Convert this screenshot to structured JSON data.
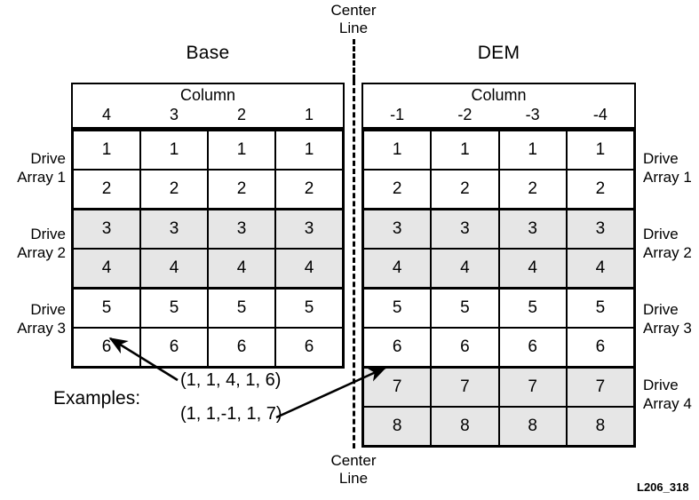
{
  "figure": {
    "id_label": "L206_318",
    "center_line_top": "Center\nLine",
    "center_line_bottom": "Center\nLine",
    "center_line_word1": "Center",
    "center_line_word2": "Line"
  },
  "tables": [
    {
      "key": "base",
      "title": "Base",
      "column_header": "Column",
      "columns": [
        "4",
        "3",
        "2",
        "1"
      ],
      "label_side": "left",
      "groups": [
        {
          "label_line1": "Drive",
          "label_line2": "Array 1",
          "shaded": false,
          "rows": [
            [
              "1",
              "1",
              "1",
              "1"
            ],
            [
              "2",
              "2",
              "2",
              "2"
            ]
          ]
        },
        {
          "label_line1": "Drive",
          "label_line2": "Array 2",
          "shaded": true,
          "rows": [
            [
              "3",
              "3",
              "3",
              "3"
            ],
            [
              "4",
              "4",
              "4",
              "4"
            ]
          ]
        },
        {
          "label_line1": "Drive",
          "label_line2": "Array 3",
          "shaded": false,
          "rows": [
            [
              "5",
              "5",
              "5",
              "5"
            ],
            [
              "6",
              "6",
              "6",
              "6"
            ]
          ]
        }
      ]
    },
    {
      "key": "dem",
      "title": "DEM",
      "column_header": "Column",
      "columns": [
        "-1",
        "-2",
        "-3",
        "-4"
      ],
      "label_side": "right",
      "groups": [
        {
          "label_line1": "Drive",
          "label_line2": "Array 1",
          "shaded": false,
          "rows": [
            [
              "1",
              "1",
              "1",
              "1"
            ],
            [
              "2",
              "2",
              "2",
              "2"
            ]
          ]
        },
        {
          "label_line1": "Drive",
          "label_line2": "Array 2",
          "shaded": true,
          "rows": [
            [
              "3",
              "3",
              "3",
              "3"
            ],
            [
              "4",
              "4",
              "4",
              "4"
            ]
          ]
        },
        {
          "label_line1": "Drive",
          "label_line2": "Array 3",
          "shaded": false,
          "rows": [
            [
              "5",
              "5",
              "5",
              "5"
            ],
            [
              "6",
              "6",
              "6",
              "6"
            ]
          ]
        },
        {
          "label_line1": "Drive",
          "label_line2": "Array 4",
          "shaded": true,
          "rows": [
            [
              "7",
              "7",
              "7",
              "7"
            ],
            [
              "8",
              "8",
              "8",
              "8"
            ]
          ]
        }
      ]
    }
  ],
  "examples": {
    "label": "Examples:",
    "items": [
      {
        "text": "(1, 1, 4, 1, 6)"
      },
      {
        "text": "(1, 1,-1, 1, 7)"
      }
    ]
  },
  "colors": {
    "shade": "#e6e6e6",
    "line": "#000000",
    "background": "#ffffff"
  }
}
